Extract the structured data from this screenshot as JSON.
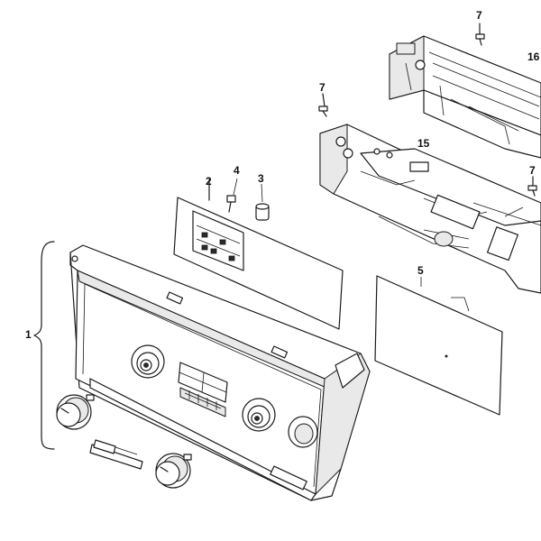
{
  "callouts": {
    "c1": "1",
    "c2": "2",
    "c3": "3",
    "c4": "4",
    "c5": "5",
    "c7a": "7",
    "c7b": "7",
    "c7c": "7",
    "c15": "15",
    "c16": "16"
  }
}
